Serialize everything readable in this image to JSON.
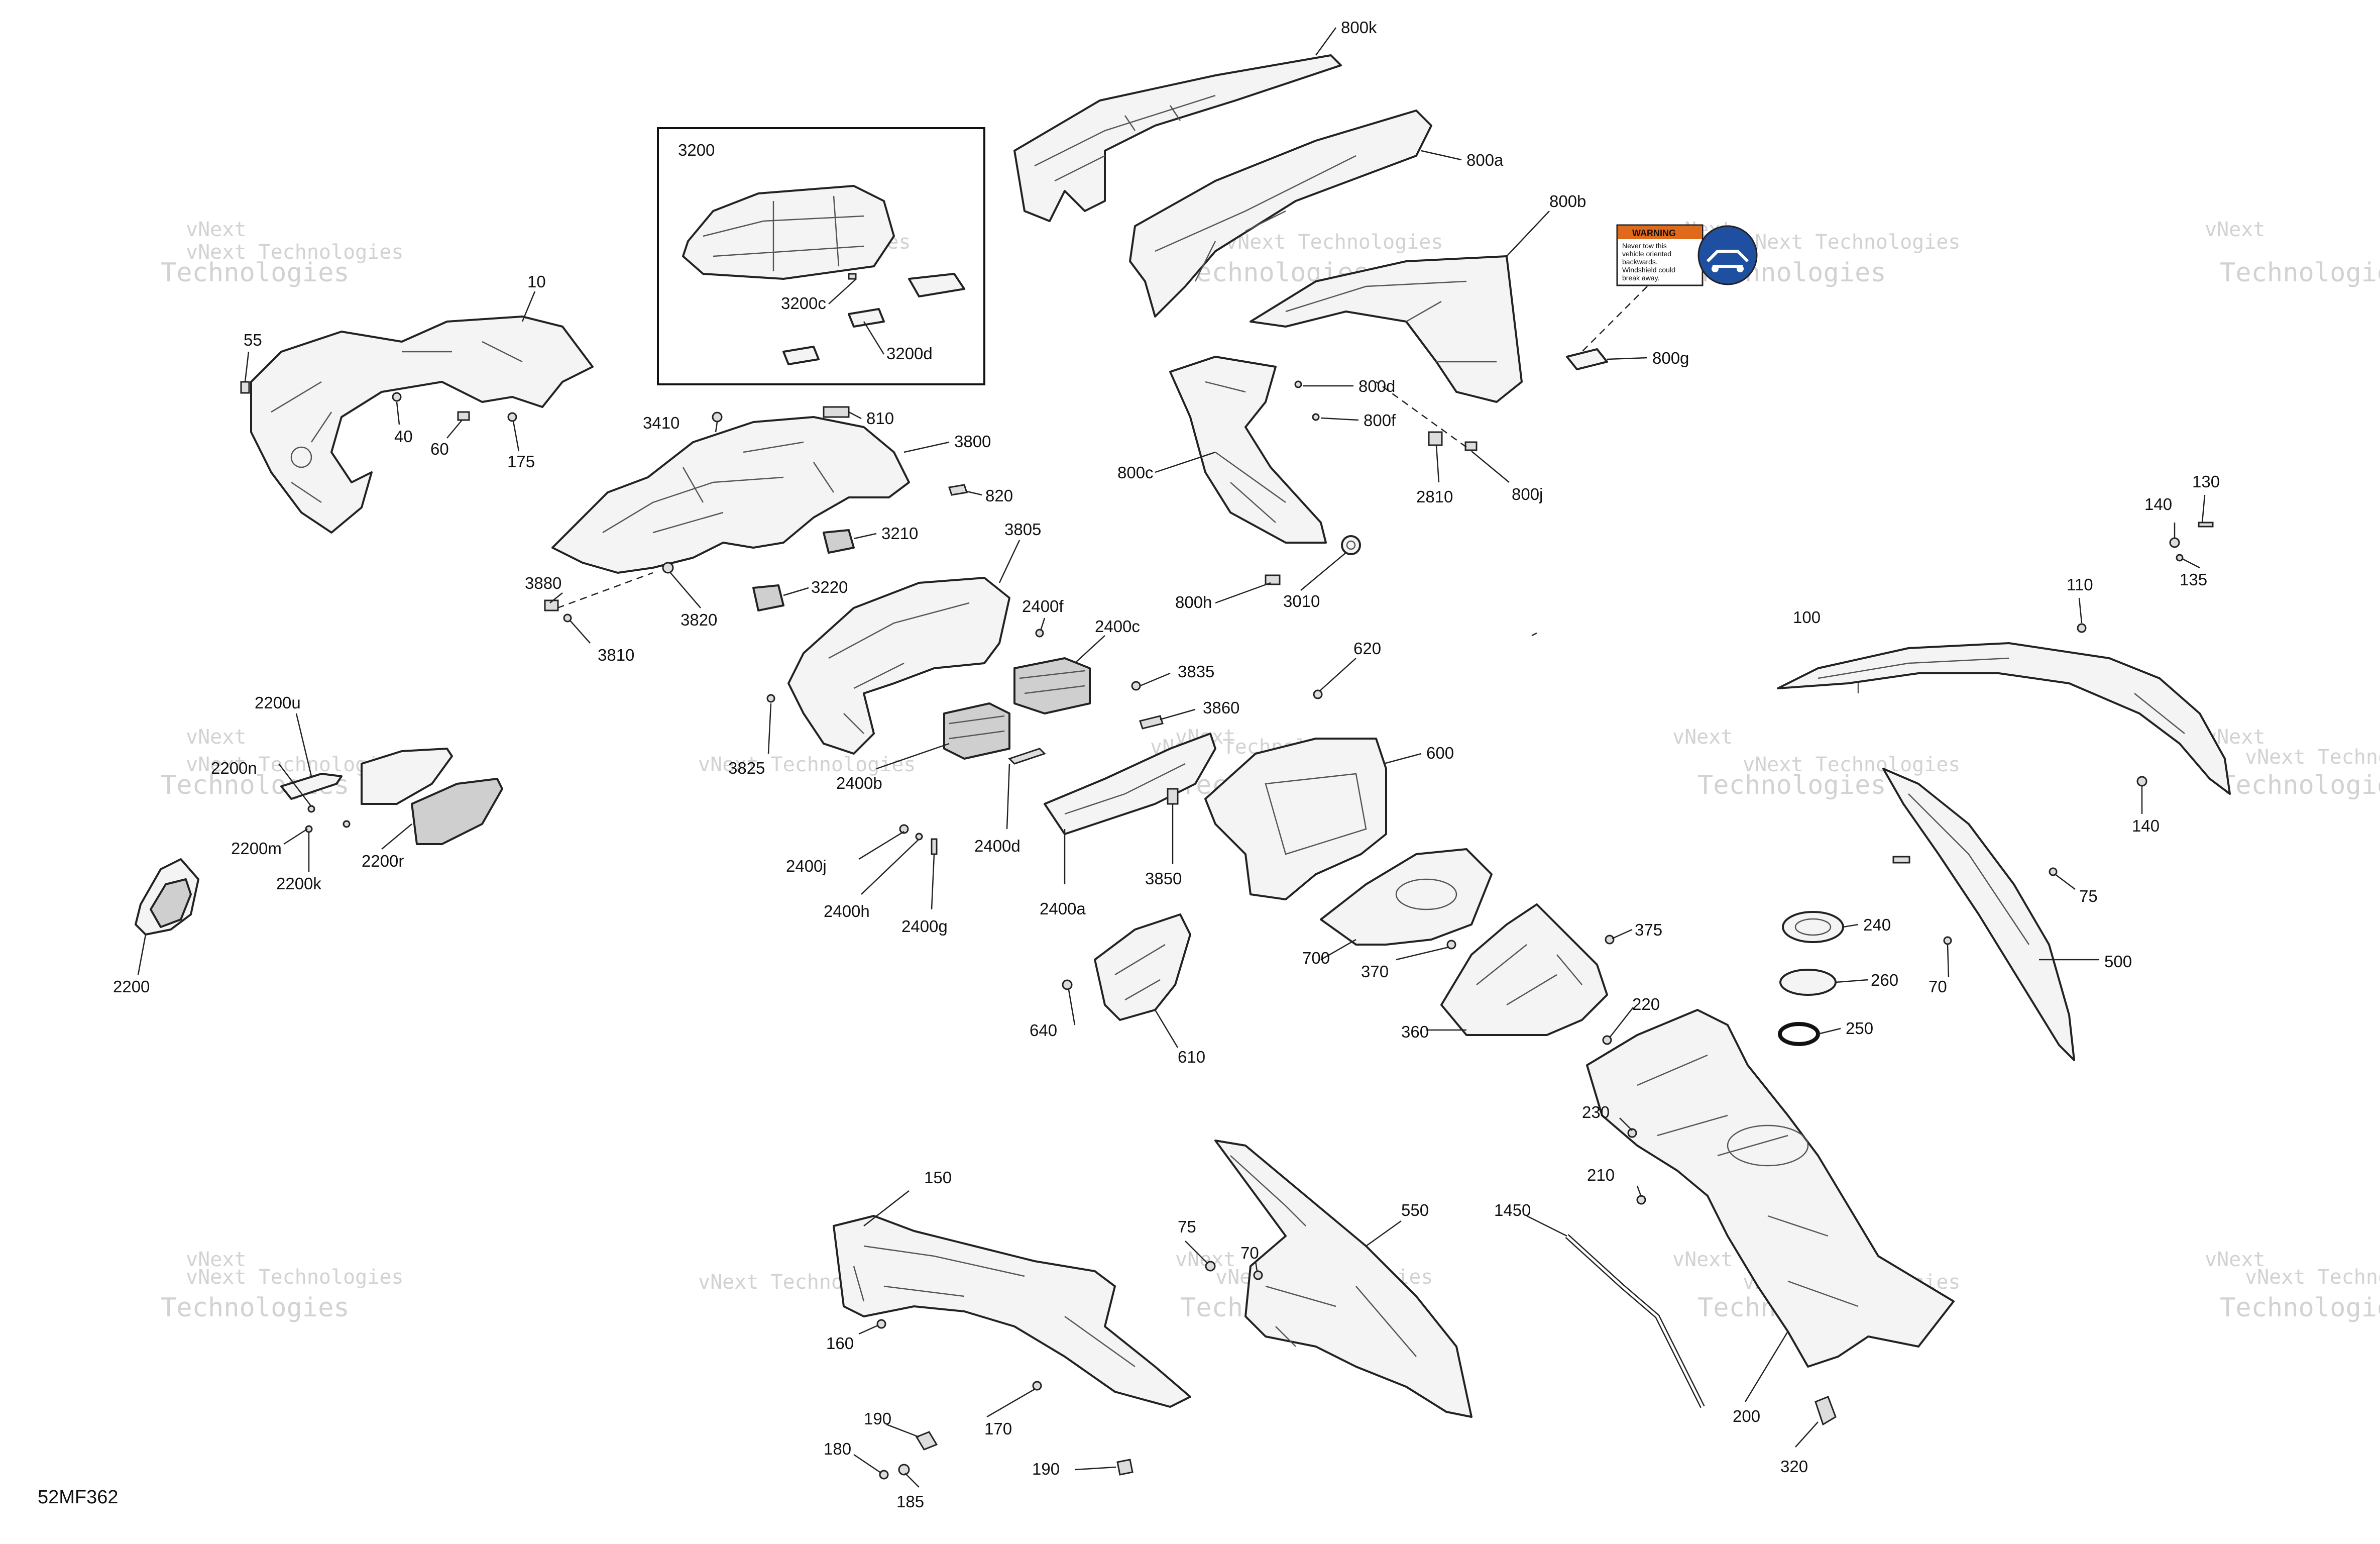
{
  "diagram_code": "52MF362",
  "watermark": {
    "line1": "vNext",
    "line2": "Technologies",
    "combined": "vNext Technologies"
  },
  "warning_decal": {
    "header": "WARNING",
    "lines": [
      "Never tow this",
      "vehicle oriented",
      "backwards.",
      "Windshield could",
      "break away."
    ]
  },
  "inset": {
    "title": "3200"
  },
  "labels": [
    "800k",
    "800a",
    "800b",
    "800g",
    "800d",
    "800f",
    "800c",
    "2810",
    "800j",
    "800h",
    "3010",
    "3200",
    "3200c",
    "3200d",
    "10",
    "55",
    "40",
    "60",
    "175",
    "3410",
    "810",
    "3800",
    "820",
    "3210",
    "3805",
    "3880",
    "3820",
    "3220",
    "3810",
    "2400f",
    "2400c",
    "3835",
    "3860",
    "620",
    "600",
    "3825",
    "2400b",
    "2400d",
    "3850",
    "2400j",
    "2400h",
    "2400g",
    "2400a",
    "2200u",
    "2200n",
    "2200m",
    "2200k",
    "2200r",
    "2200",
    "700",
    "370",
    "375",
    "360",
    "640",
    "610",
    "220",
    "240",
    "260",
    "250",
    "230",
    "210",
    "130",
    "140",
    "135",
    "110",
    "100",
    "140",
    "75",
    "500",
    "70",
    "150",
    "160",
    "170",
    "190",
    "180",
    "185",
    "190",
    "75",
    "70",
    "550",
    "1450",
    "200",
    "320"
  ]
}
